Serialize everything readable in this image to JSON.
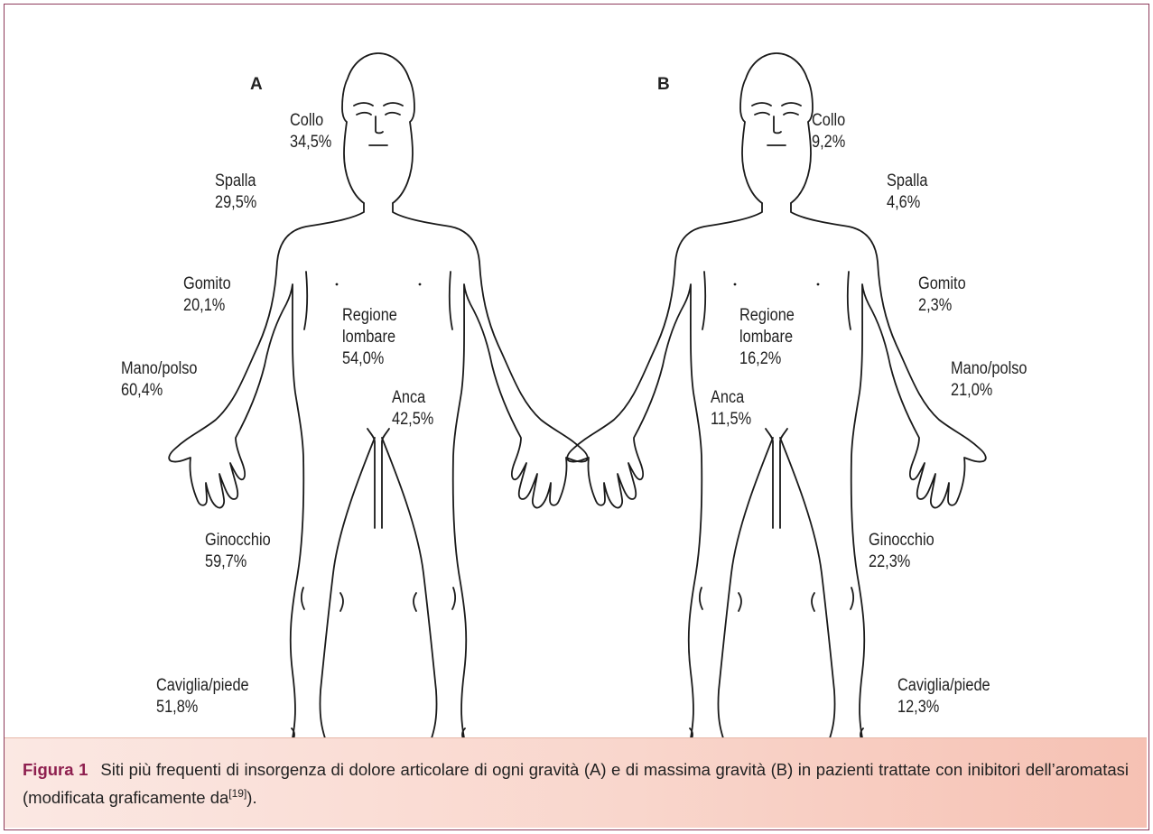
{
  "panels": [
    {
      "letter": "A",
      "labels": {
        "collo": {
          "name": "Collo",
          "value": "34,5%"
        },
        "spalla": {
          "name": "Spalla",
          "value": "29,5%"
        },
        "gomito": {
          "name": "Gomito",
          "value": "20,1%"
        },
        "mano": {
          "name": "Mano/polso",
          "value": "60,4%"
        },
        "lombare": {
          "name1": "Regione",
          "name2": "lombare",
          "value": "54,0%"
        },
        "anca": {
          "name": "Anca",
          "value": "42,5%"
        },
        "ginocchio": {
          "name": "Ginocchio",
          "value": "59,7%"
        },
        "caviglia": {
          "name": "Caviglia/piede",
          "value": "51,8%"
        }
      }
    },
    {
      "letter": "B",
      "labels": {
        "collo": {
          "name": "Collo",
          "value": "9,2%"
        },
        "spalla": {
          "name": "Spalla",
          "value": "4,6%"
        },
        "gomito": {
          "name": "Gomito",
          "value": "2,3%"
        },
        "mano": {
          "name": "Mano/polso",
          "value": "21,0%"
        },
        "lombare": {
          "name1": "Regione",
          "name2": "lombare",
          "value": "16,2%"
        },
        "anca": {
          "name": "Anca",
          "value": "11,5%"
        },
        "ginocchio": {
          "name": "Ginocchio",
          "value": "22,3%"
        },
        "caviglia": {
          "name": "Caviglia/piede",
          "value": "12,3%"
        }
      }
    }
  ],
  "caption": {
    "figure_number": "Figura 1",
    "text_before": "Siti più frequenti di insorgenza di dolore articolare di ogni gravità (A) e di massima gravità (B) in pazienti trattate con inibitori dell’aromatasi (modificata graficamente da",
    "citation": "[19]",
    "text_after": ")."
  },
  "colors": {
    "frame": "#8e3b5b",
    "caption_background": "#f9d6cc",
    "figure_number": "#8e1f4f",
    "line": "#1a1a1a"
  }
}
